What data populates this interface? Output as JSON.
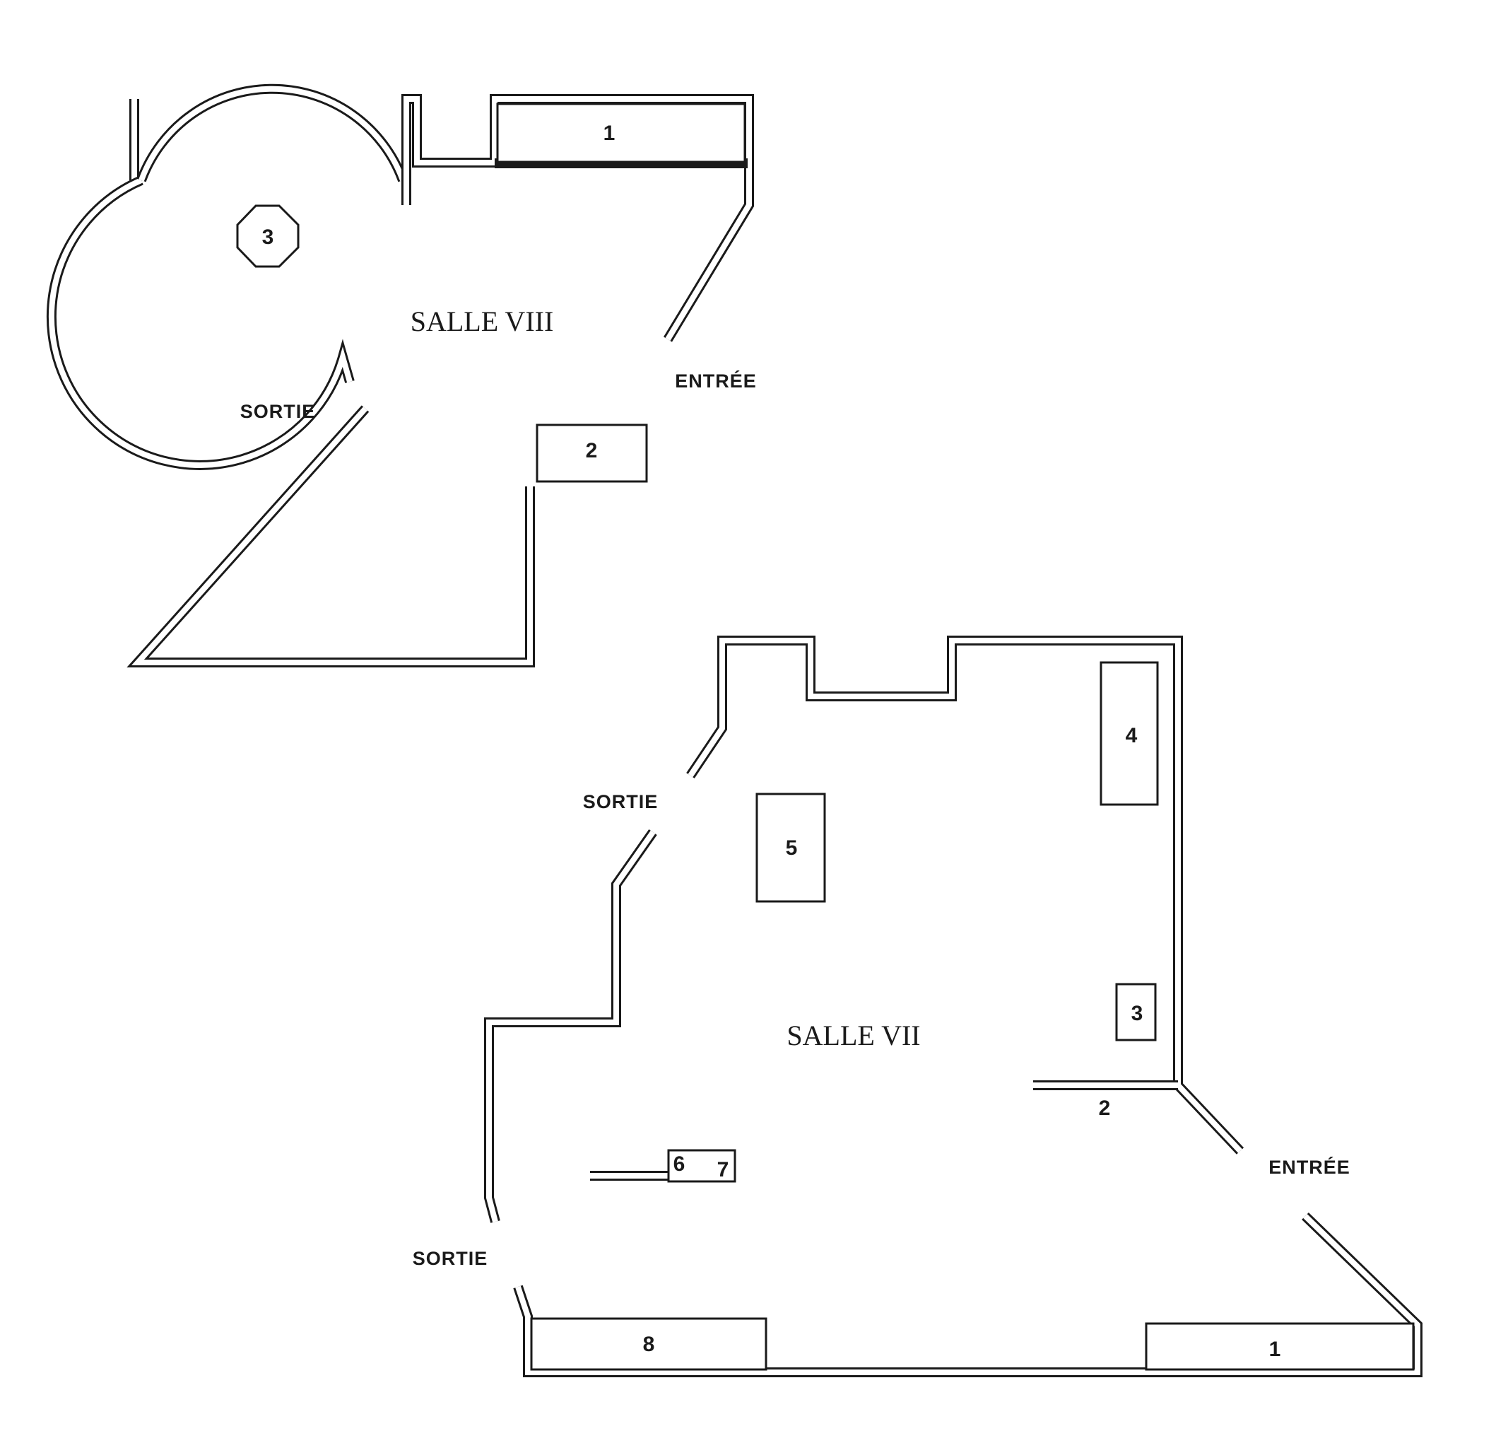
{
  "salle_viii": {
    "title": "SALLE VIII",
    "entrance": "ENTRÉE",
    "exit": "SORTIE",
    "items": [
      "1",
      "2",
      "3"
    ]
  },
  "salle_vii": {
    "title": "SALLE VII",
    "entrance": "ENTRÉE",
    "exit_upper": "SORTIE",
    "exit_lower": "SORTIE",
    "items": [
      "1",
      "2",
      "3",
      "4",
      "5",
      "6",
      "7",
      "8"
    ]
  }
}
